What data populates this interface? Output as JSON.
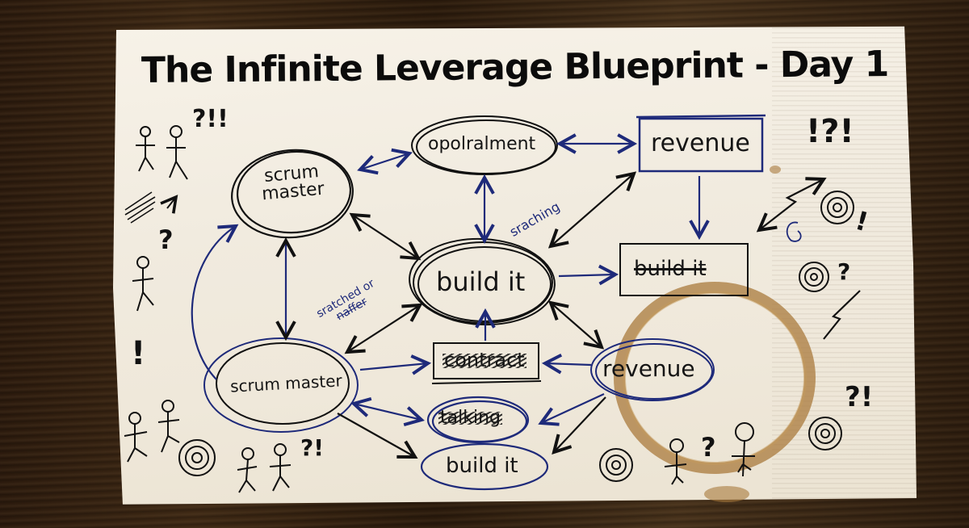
{
  "title": "The Infinite Leverage Blueprint - Day 1",
  "colors": {
    "ink_black": "#151515",
    "ink_blue": "#1e2a7a",
    "napkin": "#f3eee3",
    "coffee_stain": "#a97a3c",
    "wood": "#3a2614"
  },
  "nodes": {
    "scrum_master_top": {
      "label": "scrum master",
      "line1": "scrum",
      "line2": "master",
      "shape": "double-ellipse"
    },
    "opolralment": {
      "label": "opolralment",
      "shape": "double-ellipse"
    },
    "revenue_box": {
      "label": "revenue",
      "shape": "rectangle"
    },
    "build_it_center": {
      "label": "build it",
      "shape": "triple-ellipse"
    },
    "build_it_struck": {
      "label": "build it",
      "shape": "rectangle",
      "struck_through": true
    },
    "contract_scribbled": {
      "label": "contract",
      "shape": "rectangle",
      "scribbled_out": true
    },
    "revenue_ellipse": {
      "label": "revenue",
      "shape": "double-ellipse"
    },
    "scrum_master_bottom": {
      "label": "scrum master",
      "shape": "double-ellipse"
    },
    "talking_scribbled": {
      "label": "talking",
      "shape": "ellipse",
      "scribbled_out": true
    },
    "build_it_bottom": {
      "label": "build it",
      "shape": "ellipse"
    }
  },
  "annotations": {
    "sraching": "sraching",
    "scratched_line1": "sratched or",
    "scratched_line2": "naffer"
  },
  "edges": [
    {
      "from": "scrum_master_top",
      "to": "opolralment",
      "type": "bidirectional"
    },
    {
      "from": "opolralment",
      "to": "revenue_box",
      "type": "bidirectional"
    },
    {
      "from": "opolralment",
      "to": "build_it_center",
      "type": "bidirectional"
    },
    {
      "from": "revenue_box",
      "to": "build_it_center",
      "type": "bidirectional"
    },
    {
      "from": "revenue_box",
      "to": "build_it_struck",
      "type": "directed"
    },
    {
      "from": "scrum_master_top",
      "to": "build_it_center",
      "type": "bidirectional"
    },
    {
      "from": "scrum_master_top",
      "to": "scrum_master_bottom",
      "type": "bidirectional"
    },
    {
      "from": "scrum_master_bottom",
      "to": "scrum_master_top",
      "type": "directed-curve"
    },
    {
      "from": "build_it_center",
      "to": "build_it_struck",
      "type": "directed"
    },
    {
      "from": "scrum_master_bottom",
      "to": "build_it_center",
      "type": "bidirectional"
    },
    {
      "from": "contract_scribbled",
      "to": "build_it_center",
      "type": "directed"
    },
    {
      "from": "build_it_center",
      "to": "revenue_ellipse",
      "type": "bidirectional"
    },
    {
      "from": "scrum_master_bottom",
      "to": "contract_scribbled",
      "type": "directed"
    },
    {
      "from": "revenue_ellipse",
      "to": "contract_scribbled",
      "type": "directed"
    },
    {
      "from": "scrum_master_bottom",
      "to": "talking_scribbled",
      "type": "bidirectional"
    },
    {
      "from": "revenue_ellipse",
      "to": "talking_scribbled",
      "type": "directed"
    },
    {
      "from": "scrum_master_bottom",
      "to": "build_it_bottom",
      "type": "directed"
    },
    {
      "from": "revenue_ellipse",
      "to": "build_it_bottom",
      "type": "directed"
    }
  ],
  "doodles": {
    "top_left_marks": "?!!",
    "left_question": "?",
    "left_exclaim": "!",
    "bottom_left_marks": "?!",
    "right_top_marks": "!?!",
    "right_exclaim_1": "!",
    "right_question": "?",
    "right_bottom_marks": "?!",
    "bottom_right_question": "?"
  }
}
